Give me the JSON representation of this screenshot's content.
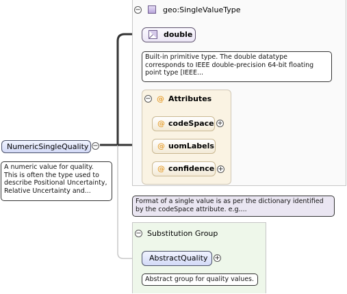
{
  "root_element": {
    "name": "NumericSingleQuality",
    "note": "A numeric value for quality. This is often the type used to describe Positional Uncertainty, Relative Uncertainty and..."
  },
  "type": {
    "name": "geo:SingleValueType",
    "base": {
      "name": "double",
      "note": "Built-in primitive type. The double datatype corresponds to IEEE double-precision 64-bit floating point type [IEEE..."
    },
    "attributes": {
      "title": "Attributes",
      "items": [
        {
          "name": "codeSpace",
          "expandable": true
        },
        {
          "name": "uomLabels",
          "expandable": false
        },
        {
          "name": "confidence",
          "expandable": true
        }
      ]
    },
    "note": "Format of a single value is as per the dictionary identified by the codeSpace attribute. e.g...."
  },
  "substitution_group": {
    "title": "Substitution Group",
    "element": {
      "name": "AbstractQuality",
      "note": "Abstract group for quality values."
    }
  },
  "symbols": {
    "collapse": "−",
    "expand": "+",
    "attribute": "@"
  }
}
